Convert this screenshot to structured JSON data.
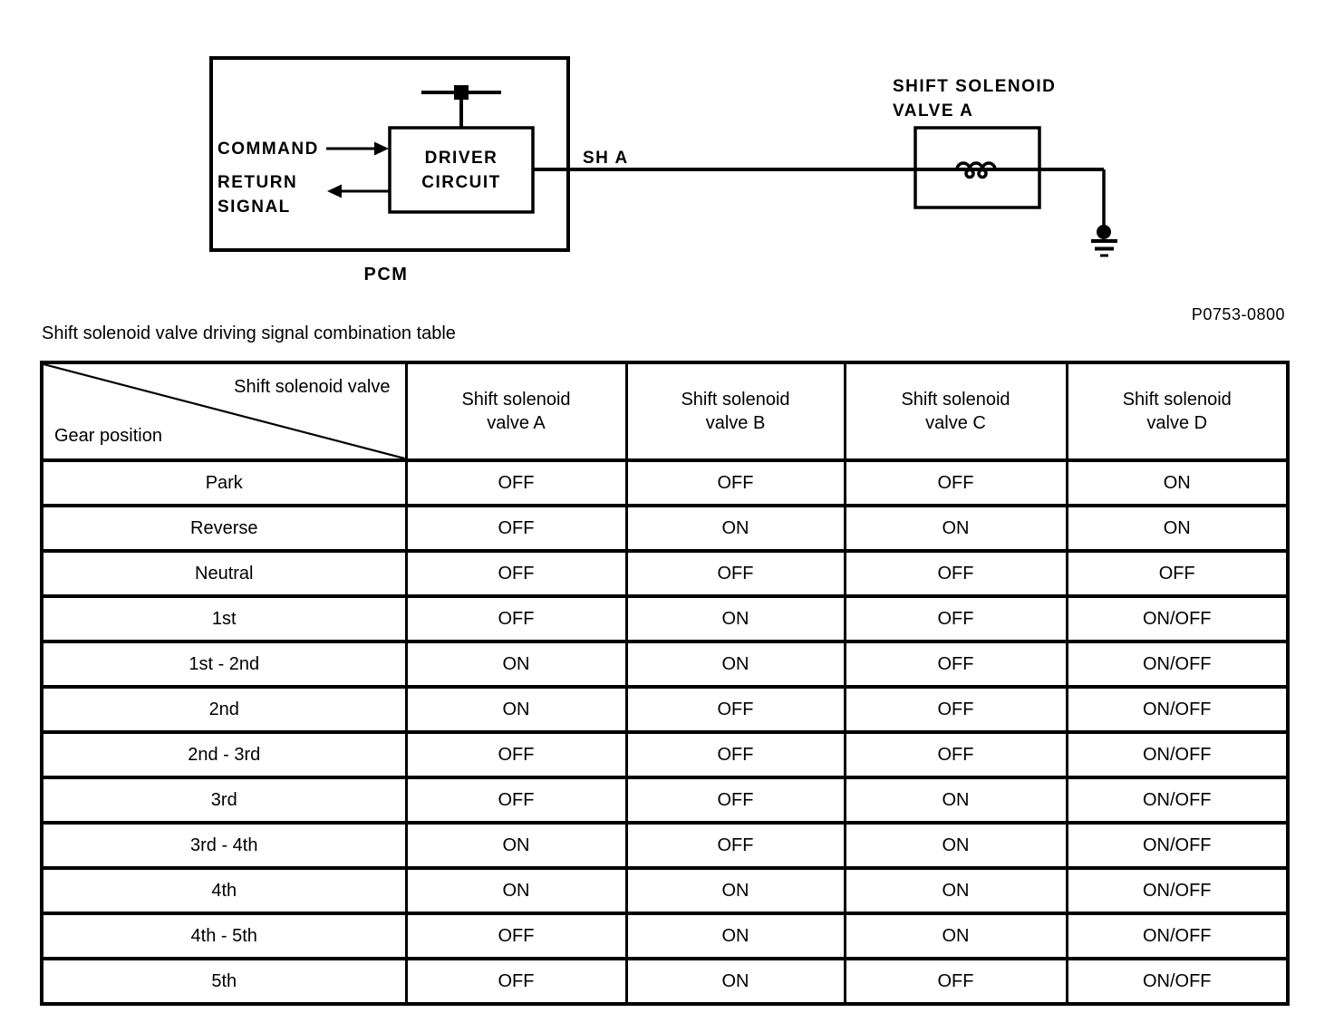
{
  "diagram": {
    "pcm_label": "PCM",
    "driver_circuit_label": "DRIVER\nCIRCUIT",
    "command_label": "COMMAND",
    "return_signal_label": "RETURN\nSIGNAL",
    "wire_label": "SH A",
    "solenoid_label": "SHIFT SOLENOID\nVALVE A",
    "figure_ref": "P0753-0800"
  },
  "table": {
    "caption": "Shift solenoid valve driving signal combination table",
    "corner_top_right": "Shift solenoid valve",
    "corner_bottom_left": "Gear position",
    "columns": [
      "Shift solenoid\nvalve A",
      "Shift solenoid\nvalve B",
      "Shift solenoid\nvalve C",
      "Shift solenoid\nvalve D"
    ],
    "rows": [
      {
        "gear": "Park",
        "values": [
          "OFF",
          "OFF",
          "OFF",
          "ON"
        ]
      },
      {
        "gear": "Reverse",
        "values": [
          "OFF",
          "ON",
          "ON",
          "ON"
        ]
      },
      {
        "gear": "Neutral",
        "values": [
          "OFF",
          "OFF",
          "OFF",
          "OFF"
        ]
      },
      {
        "gear": "1st",
        "values": [
          "OFF",
          "ON",
          "OFF",
          "ON/OFF"
        ]
      },
      {
        "gear": "1st - 2nd",
        "values": [
          "ON",
          "ON",
          "OFF",
          "ON/OFF"
        ]
      },
      {
        "gear": "2nd",
        "values": [
          "ON",
          "OFF",
          "OFF",
          "ON/OFF"
        ]
      },
      {
        "gear": "2nd - 3rd",
        "values": [
          "OFF",
          "OFF",
          "OFF",
          "ON/OFF"
        ]
      },
      {
        "gear": "3rd",
        "values": [
          "OFF",
          "OFF",
          "ON",
          "ON/OFF"
        ]
      },
      {
        "gear": "3rd - 4th",
        "values": [
          "ON",
          "OFF",
          "ON",
          "ON/OFF"
        ]
      },
      {
        "gear": "4th",
        "values": [
          "ON",
          "ON",
          "ON",
          "ON/OFF"
        ]
      },
      {
        "gear": "4th - 5th",
        "values": [
          "OFF",
          "ON",
          "ON",
          "ON/OFF"
        ]
      },
      {
        "gear": "5th",
        "values": [
          "OFF",
          "ON",
          "OFF",
          "ON/OFF"
        ]
      }
    ]
  },
  "colors": {
    "ink": "#000000",
    "background": "#ffffff"
  }
}
